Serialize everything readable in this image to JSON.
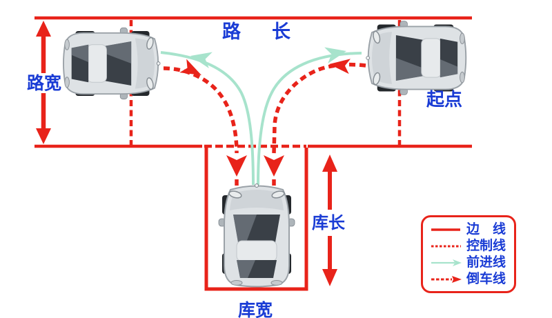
{
  "colors": {
    "boundary_red": "#e8231a",
    "label_blue": "#1a3cd5",
    "forward_teal": "#a7e3cc",
    "background": "#ffffff",
    "car_body": "#dee2e5",
    "car_glass": "#3a4047"
  },
  "road": {
    "length_label": "路　长",
    "width_label": "路宽",
    "start_label": "起点"
  },
  "garage": {
    "length_label": "库长",
    "width_label": "库宽"
  },
  "legend": {
    "items": [
      {
        "label": "边　线",
        "style": "solid-red-line"
      },
      {
        "label": "控制线",
        "style": "dashed-red-line"
      },
      {
        "label": "前进线",
        "style": "teal-arrow-line"
      },
      {
        "label": "倒车线",
        "style": "dashed-red-arrow-line"
      }
    ]
  },
  "cars": [
    {
      "name": "car-on-road-left",
      "facing": "right"
    },
    {
      "name": "car-at-start-point",
      "facing": "left"
    },
    {
      "name": "car-in-garage",
      "facing": "up"
    }
  ]
}
